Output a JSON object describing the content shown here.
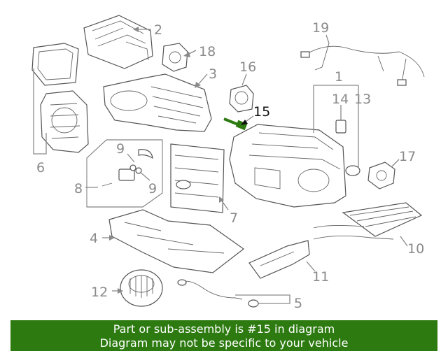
{
  "diagram": {
    "callouts": [
      "1",
      "2",
      "3",
      "4",
      "5",
      "6",
      "7",
      "8",
      "9",
      "9",
      "10",
      "11",
      "12",
      "13",
      "14",
      "15",
      "16",
      "17",
      "18",
      "19"
    ],
    "highlighted_part": "15",
    "highlight_color": "#2c7a10",
    "banner_color": "#2c7a10"
  },
  "banner": {
    "line1": "Part or sub-assembly is #15 in diagram",
    "line2": "Diagram may not be specific to your vehicle"
  }
}
